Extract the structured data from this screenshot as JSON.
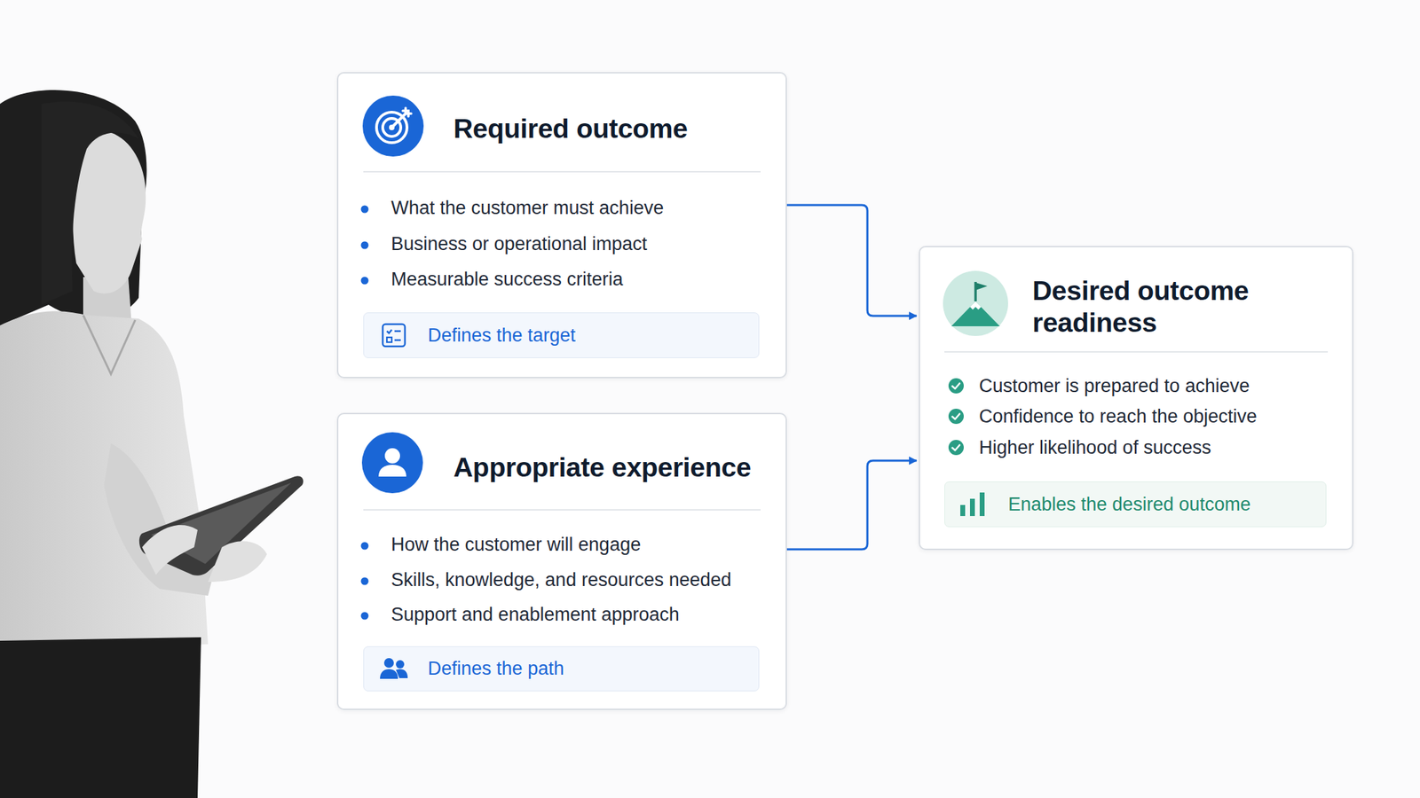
{
  "diagram": {
    "nodes": [
      {
        "text": [
          "Required outcome",
          "What the customer must achieve",
          "Business or operational impact",
          "Measurable success criteria"
        ]
      },
      {
        "text": [
          "Defines the target"
        ],
        "in": 0
      },
      {
        "text": [
          "Appropriate experience",
          "How the customer will engage",
          "Skills, knowledge, and resources needed",
          "Support and enablement approach"
        ]
      },
      {
        "text": [
          "Defines the path"
        ],
        "in": 2
      },
      {
        "text": [
          "Desired outcome readiness",
          "Customer is prepared to achieve",
          "Confidence to reach the objective",
          "Higher likelihood of success"
        ]
      },
      {
        "text": [
          "Enables the desired outcome"
        ],
        "in": 4
      }
    ],
    "edges": [
      {
        "from": 0,
        "to": 4,
        "arrow": "to"
      },
      {
        "from": 2,
        "to": 4,
        "arrow": "to"
      }
    ]
  }
}
